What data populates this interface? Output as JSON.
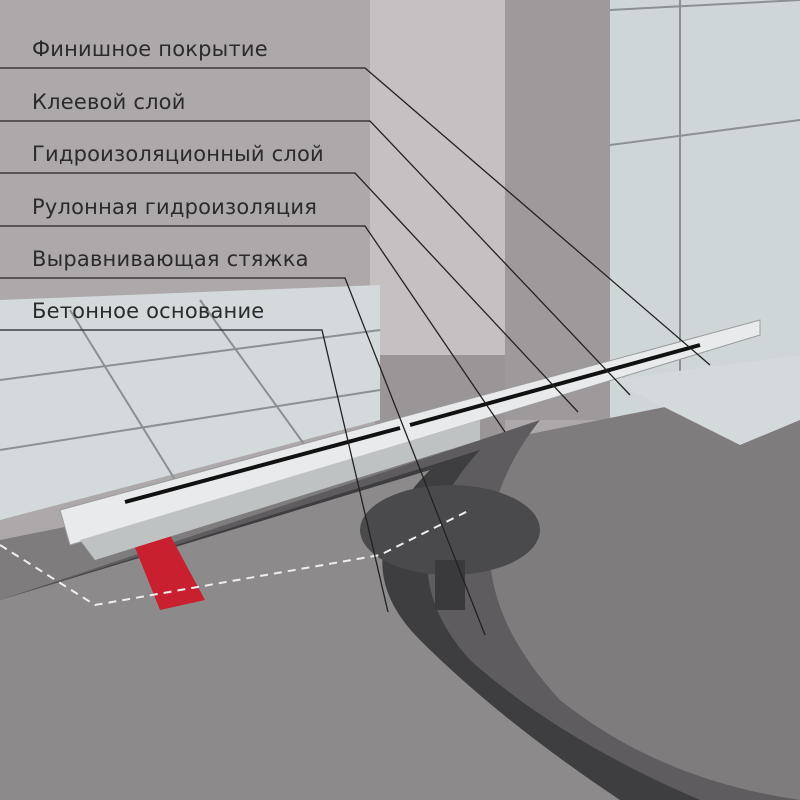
{
  "diagram": {
    "layers": [
      {
        "label": "Финишное покрытие"
      },
      {
        "label": "Клеевой слой"
      },
      {
        "label": "Гидроизоляционный слой"
      },
      {
        "label": "Рулонная гидроизоляция"
      },
      {
        "label": "Выравнивающая стяжка"
      },
      {
        "label": "Бетонное основание"
      }
    ],
    "colors": {
      "wall": "#ada8aa",
      "tile": "#d4dadb",
      "screed": "#7f7c7e",
      "concrete": "#5b5a5c",
      "drain_red": "#c8202e",
      "leader": "#222222"
    }
  }
}
